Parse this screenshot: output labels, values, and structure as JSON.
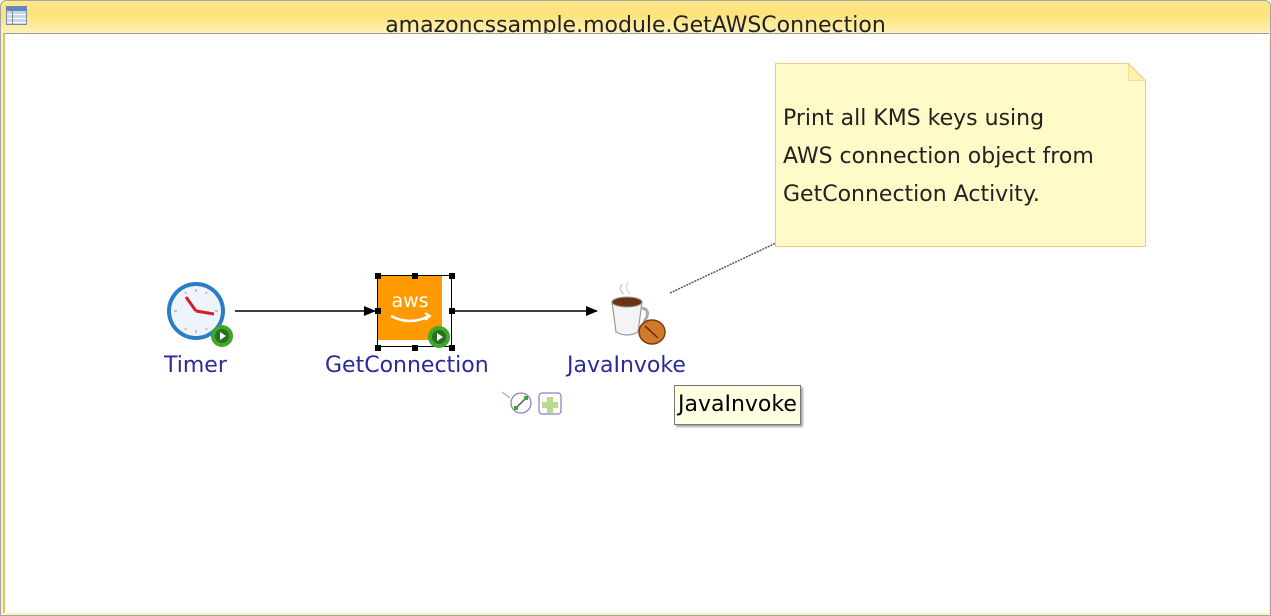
{
  "window": {
    "title": "amazoncssample.module.GetAWSConnection",
    "icon": "table-icon"
  },
  "diagram": {
    "nodes": [
      {
        "id": "timer",
        "label": "Timer",
        "icon": "clock-icon",
        "badge": "start-play-icon"
      },
      {
        "id": "getconnection",
        "label": "GetConnection",
        "icon": "aws-icon",
        "icon_text": "aws",
        "badge": "start-play-icon",
        "selected": true
      },
      {
        "id": "javainvoke",
        "label": "JavaInvoke",
        "icon": "coffee-cup-icon"
      }
    ],
    "edges": [
      {
        "from": "Timer",
        "to": "GetConnection"
      },
      {
        "from": "GetConnection",
        "to": "JavaInvoke"
      }
    ],
    "note": {
      "text": "Print all KMS keys using\nAWS connection object from\nGetConnection Activity.",
      "attached_to": "JavaInvoke"
    },
    "tooltip": "JavaInvoke",
    "selection_tools": [
      {
        "name": "connect-tool",
        "icon": "link-icon"
      },
      {
        "name": "add-activity",
        "icon": "plus-icon"
      }
    ]
  },
  "colors": {
    "title_bar": "#fde27a",
    "note_bg": "#fffbc8",
    "note_border": "#f3c979",
    "aws_orange": "#ff9900",
    "label_blue": "#2a2a9a"
  }
}
